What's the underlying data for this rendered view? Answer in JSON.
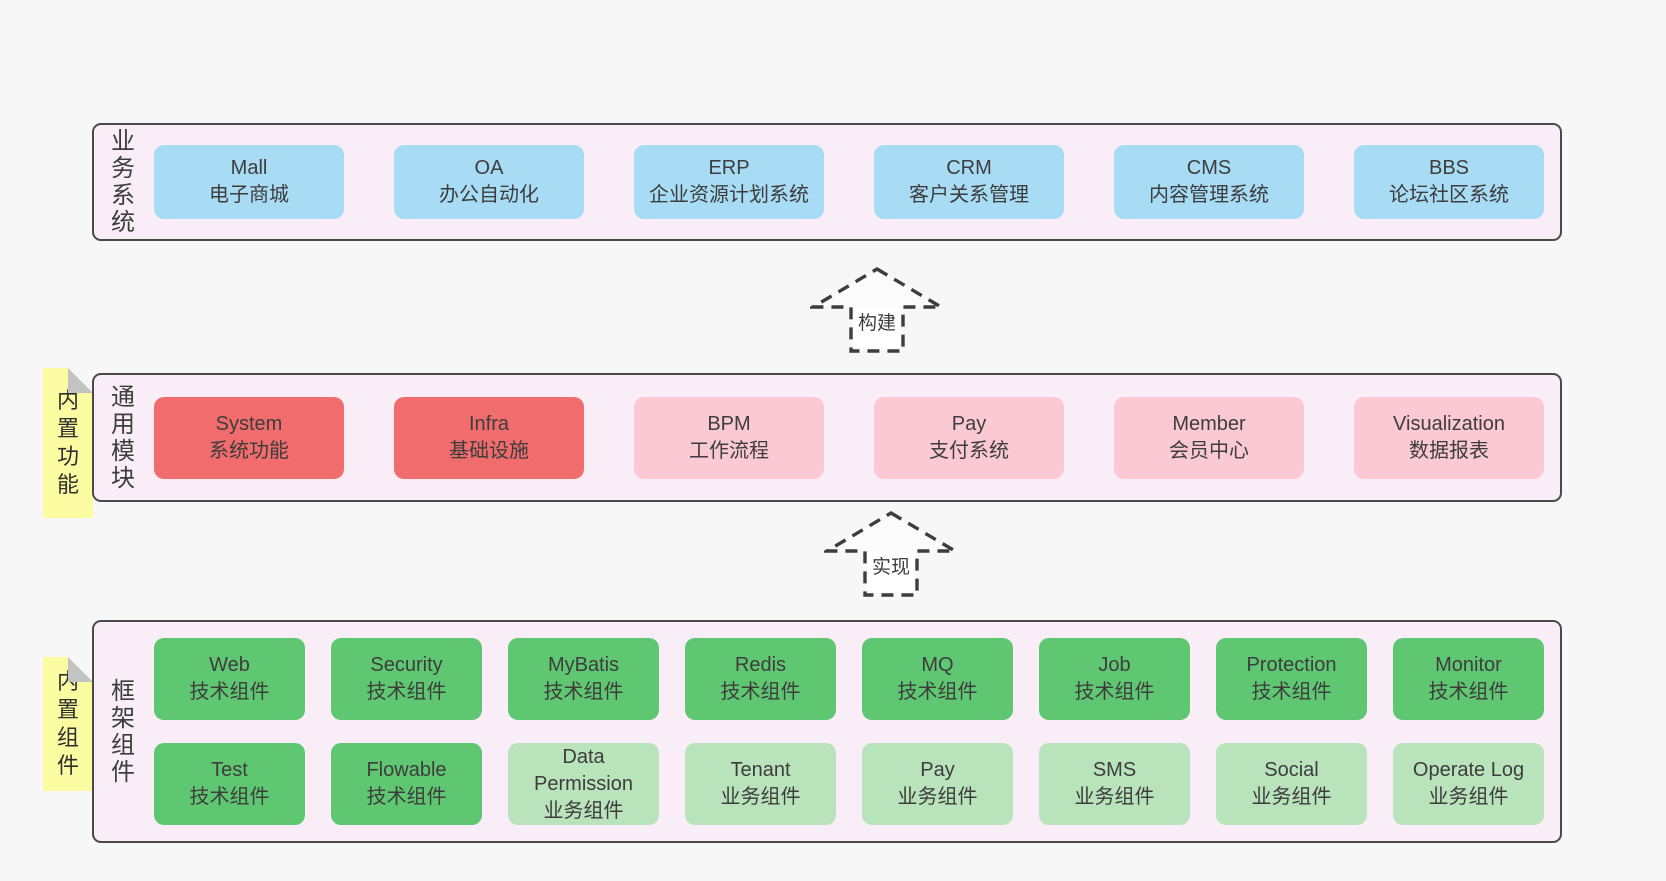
{
  "palette": {
    "page_bg": "#f7f7f7",
    "panel_bg": "#f9eef8",
    "panel_border": "#4a4a4a",
    "blue": "#a8dcf5",
    "red": "#f16c6c",
    "pink": "#fbc9d3",
    "green": "#5fc771",
    "light_green": "#b9e3bb",
    "note_yellow": "#fbfba2",
    "text": "#3d3d3d"
  },
  "notes": [
    {
      "label": "内置功能"
    },
    {
      "label": "内置组件"
    }
  ],
  "arrows": [
    {
      "label": "构建"
    },
    {
      "label": "实现"
    }
  ],
  "layers": [
    {
      "id": "business",
      "label": "业务系统",
      "rows": [
        [
          {
            "name": "Mall",
            "desc": "电子商城",
            "color": "blue"
          },
          {
            "name": "OA",
            "desc": "办公自动化",
            "color": "blue"
          },
          {
            "name": "ERP",
            "desc": "企业资源计划系统",
            "color": "blue"
          },
          {
            "name": "CRM",
            "desc": "客户关系管理",
            "color": "blue"
          },
          {
            "name": "CMS",
            "desc": "内容管理系统",
            "color": "blue"
          },
          {
            "name": "BBS",
            "desc": "论坛社区系统",
            "color": "blue"
          }
        ]
      ]
    },
    {
      "id": "modules",
      "label": "通用模块",
      "rows": [
        [
          {
            "name": "System",
            "desc": "系统功能",
            "color": "red"
          },
          {
            "name": "Infra",
            "desc": "基础设施",
            "color": "red"
          },
          {
            "name": "BPM",
            "desc": "工作流程",
            "color": "pink"
          },
          {
            "name": "Pay",
            "desc": "支付系统",
            "color": "pink"
          },
          {
            "name": "Member",
            "desc": "会员中心",
            "color": "pink"
          },
          {
            "name": "Visualization",
            "desc": "数据报表",
            "color": "pink"
          }
        ]
      ]
    },
    {
      "id": "components",
      "label": "框架组件",
      "rows": [
        [
          {
            "name": "Web",
            "desc": "技术组件",
            "color": "green"
          },
          {
            "name": "Security",
            "desc": "技术组件",
            "color": "green"
          },
          {
            "name": "MyBatis",
            "desc": "技术组件",
            "color": "green"
          },
          {
            "name": "Redis",
            "desc": "技术组件",
            "color": "green"
          },
          {
            "name": "MQ",
            "desc": "技术组件",
            "color": "green"
          },
          {
            "name": "Job",
            "desc": "技术组件",
            "color": "green"
          },
          {
            "name": "Protection",
            "desc": "技术组件",
            "color": "green"
          },
          {
            "name": "Monitor",
            "desc": "技术组件",
            "color": "green"
          }
        ],
        [
          {
            "name": "Test",
            "desc": "技术组件",
            "color": "green"
          },
          {
            "name": "Flowable",
            "desc": "技术组件",
            "color": "green"
          },
          {
            "name": "Data Permission",
            "desc": "业务组件",
            "color": "light-green"
          },
          {
            "name": "Tenant",
            "desc": "业务组件",
            "color": "light-green"
          },
          {
            "name": "Pay",
            "desc": "业务组件",
            "color": "light-green"
          },
          {
            "name": "SMS",
            "desc": "业务组件",
            "color": "light-green"
          },
          {
            "name": "Social",
            "desc": "业务组件",
            "color": "light-green"
          },
          {
            "name": "Operate Log",
            "desc": "业务组件",
            "color": "light-green"
          }
        ]
      ]
    }
  ]
}
